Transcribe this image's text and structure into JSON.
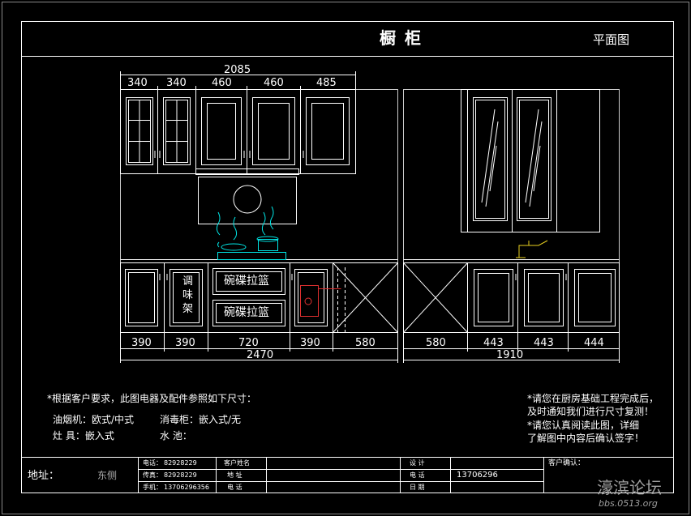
{
  "title": "橱    柜",
  "subtitle": "平面图",
  "dimensions": {
    "upper_total": "2085",
    "upper_segments": [
      "340",
      "340",
      "460",
      "460",
      "485"
    ],
    "lower_left_segments": [
      "390",
      "390",
      "720",
      "390",
      "580"
    ],
    "lower_left_total": "2470",
    "lower_right_segments": [
      "580",
      "443",
      "443",
      "444"
    ],
    "lower_right_total": "1910"
  },
  "labels": {
    "spice_rack": [
      "调",
      "味",
      "架"
    ],
    "basket_1": "碗碟拉篮",
    "basket_2": "碗碟拉篮"
  },
  "notes_left": {
    "heading": "*根据客户要求，此图电器及配件参照如下尺寸：",
    "hood": "油烟机：欧式/中式",
    "sterilizer": "消毒柜：嵌入式/无",
    "stove": "灶  具：嵌入式",
    "sink": "水  池："
  },
  "notes_right": [
    "*请您在厨房基础工程完成后，",
    "及时通知我们进行尺寸复测！",
    "*请您认真阅读此图，详细",
    "了解图中内容后确认签字！"
  ],
  "title_block": {
    "address_label": "地址：",
    "address_value": "东侧",
    "phone_label": "电话：",
    "phone_value": "82928229",
    "fax_label": "传真：",
    "fax_value": "82928229",
    "mobile_label": "手机：",
    "mobile_value": "13706296356",
    "customer_name_label": "客户姓名",
    "address2_label": "地    址",
    "phone2_label": "电    话",
    "design_label": "设    计",
    "phone3_label": "电    话",
    "phone3_value": "13706296",
    "date_label": "日    期",
    "confirm_label": "客户确认："
  },
  "watermark": {
    "text": "濠滨论坛",
    "url": "bbs.0513.org"
  }
}
